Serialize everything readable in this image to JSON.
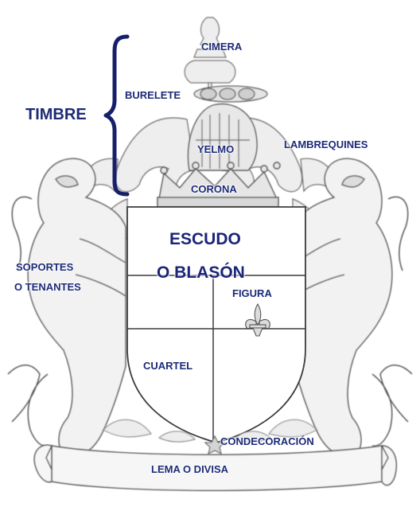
{
  "labels": {
    "cimera": "CIMERA",
    "burelete": "BURELETE",
    "timbre": "TIMBRE",
    "yelmo": "YELMO",
    "lambrequines": "LAMBREQUINES",
    "corona": "CORONA",
    "escudo_line1": "ESCUDO",
    "escudo_line2": "O BLASÓN",
    "soportes_line1": "SOPORTES",
    "soportes_line2": "O TENANTES",
    "figura": "FIGURA",
    "cuartel": "CUARTEL",
    "condecoracion": "CONDECORACIÓN",
    "lema": "LEMA O DIVISA"
  },
  "colors": {
    "label_text": "#1c2a78",
    "bracket": "#16206a",
    "drawing_ink": "#555555",
    "background": "#ffffff"
  }
}
